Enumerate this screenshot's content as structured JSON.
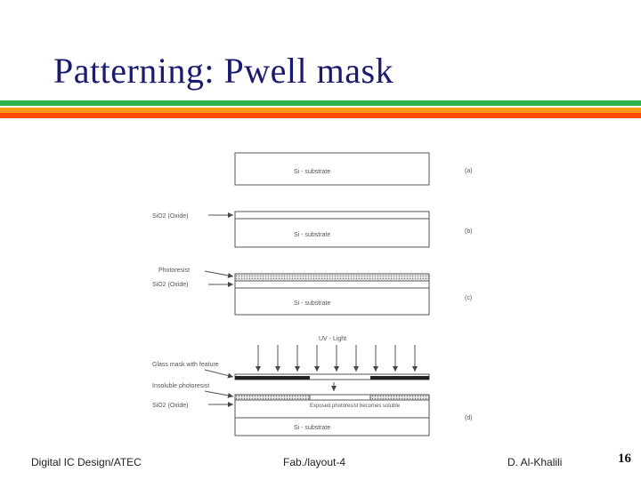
{
  "slide": {
    "title": "Patterning: Pwell mask",
    "footer_left": "Digital IC Design/ATEC",
    "footer_center": "Fab./layout-4",
    "footer_right": "D. Al-Khalili",
    "page_number": "16"
  },
  "colors": {
    "title": "#1a1a6e",
    "stripe_green": "#2eb24a",
    "stripe_orange": "#ff9a1a",
    "stripe_red": "#ff4a00"
  },
  "figure": {
    "substrate": "Si - substrate",
    "oxide": "SiO2 (Oxide)",
    "photoresist": "Photoresist",
    "uv_light": "UV - Light",
    "glass_mask": "Glass mask with feature",
    "insoluble": "Insoluble photoresist",
    "soluble": "Exposed photoresist becomes soluble",
    "step_a": "(a)",
    "step_b": "(b)",
    "step_c": "(c)",
    "step_d": "(d)"
  }
}
